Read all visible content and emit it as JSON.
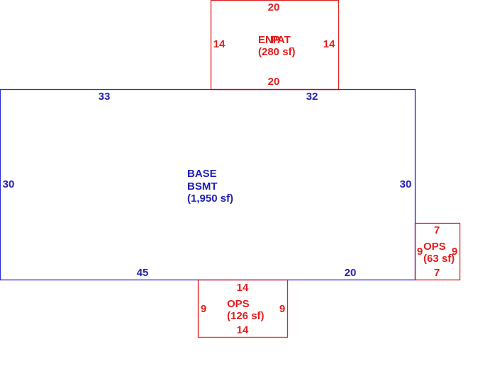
{
  "colors": {
    "base": "#2b2bdc",
    "base_text": "#1f1fb4",
    "addition": "#e31c1c"
  },
  "areas": {
    "base": {
      "name_line1": "BASE",
      "name_line2": "BSMT",
      "area": "(1,950 sf)",
      "dim_top_left": "33",
      "dim_top_right": "32",
      "dim_left": "30",
      "dim_right": "30",
      "dim_bottom_left": "45",
      "dim_bottom_right": "20"
    },
    "top": {
      "name_a": "ENP",
      "name_b": "PAT",
      "area": "(280 sf)",
      "dim_top": "20",
      "dim_bottom": "20",
      "dim_left": "14",
      "dim_right": "14"
    },
    "ops_right": {
      "name": "OPS",
      "area": "(63 sf)",
      "dim_top": "7",
      "dim_bottom": "7",
      "dim_left": "9",
      "dim_right": "9"
    },
    "ops_bottom": {
      "name": "OPS",
      "area": "(126 sf)",
      "dim_top": "14",
      "dim_bottom": "14",
      "dim_left": "9",
      "dim_right": "9"
    }
  }
}
